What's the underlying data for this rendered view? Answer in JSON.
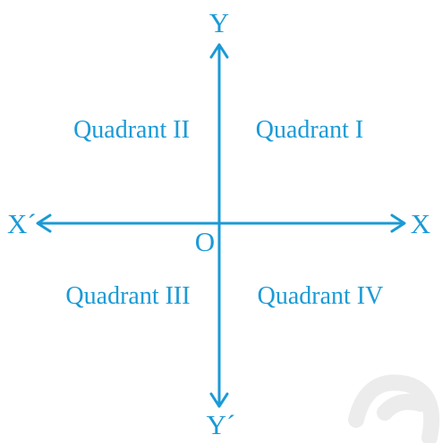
{
  "colors": {
    "accent": "#1a9ad6",
    "background": "#ffffff",
    "watermark": "#e6e6e6"
  },
  "axes": {
    "y_positive": "Y",
    "y_negative": "Y´",
    "x_positive": "X",
    "x_negative": "X´",
    "origin": "O"
  },
  "quadrants": {
    "q1": "Quadrant I",
    "q2": "Quadrant II",
    "q3": "Quadrant III",
    "q4": "Quadrant IV"
  }
}
